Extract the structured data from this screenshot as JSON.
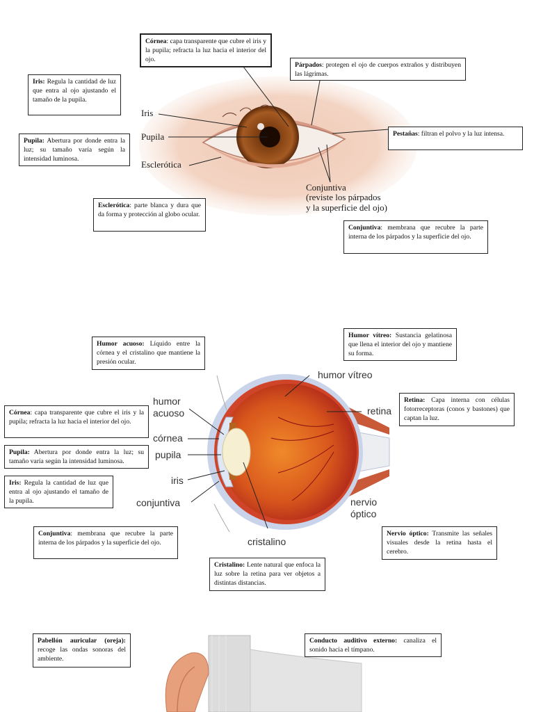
{
  "eye_external": {
    "image_labels": {
      "iris": "Iris",
      "pupila": "Pupila",
      "esclerotica": "Esclerótica",
      "conjuntiva_line1": "Conjuntiva",
      "conjuntiva_line2": "(reviste los párpados",
      "conjuntiva_line3": "y la superficie del ojo)"
    },
    "boxes": {
      "cornea": {
        "term": "Córnea",
        "text": ": capa transparente que cubre el iris y la pupila; refracta la luz hacia el interior del ojo."
      },
      "parpados": {
        "term": "Párpados",
        "text": ": protegen el ojo de cuerpos extraños y distribuyen las lágrimas."
      },
      "iris": {
        "term": "Iris:",
        "text": " Regula la cantidad de luz que entra al ojo ajustando el tamaño de la pupila."
      },
      "pupila": {
        "term": "Pupila:",
        "text": " Abertura por donde entra la luz; su tamaño varía según la intensidad luminosa."
      },
      "pestanas": {
        "term": "Pestañas",
        "text": ": filtran el polvo y la luz intensa."
      },
      "esclerotica": {
        "term": "Esclerótica",
        "text": ": parte blanca y dura que da forma y protección al globo ocular."
      },
      "conjuntiva": {
        "term": "Conjuntiva",
        "text": ": membrana que recubre la parte interna de los párpados y la superficie del ojo."
      }
    }
  },
  "eye_section": {
    "image_labels": {
      "humor_vitreo": "humor vítreo",
      "humor_acuoso_1": "humor",
      "humor_acuoso_2": "acuoso",
      "cornea": "córnea",
      "pupila": "pupila",
      "iris": "iris",
      "conjuntiva": "conjuntiva",
      "retina": "retina",
      "nervio_1": "nervio",
      "nervio_2": "óptico",
      "cristalino": "cristalino"
    },
    "boxes": {
      "humor_acuoso": {
        "term": "Humor acuoso:",
        "text": " Líquido entre la córnea y el cristalino que mantiene la presión ocular."
      },
      "humor_vitreo": {
        "term": "Humor vítreo:",
        "text": " Sustancia gelatinosa que llena el interior del ojo y mantiene su forma."
      },
      "cornea": {
        "term": "Córnea",
        "text": ": capa transparente que cubre el iris y la pupila; refracta la luz hacia el interior del ojo."
      },
      "retina": {
        "term": "Retina:",
        "text": " Capa interna con células fotorreceptoras (conos y bastones) que captan la luz."
      },
      "pupila": {
        "term": "Pupila:",
        "text": " Abertura por donde entra la luz; su tamaño varía según la intensidad luminosa."
      },
      "iris": {
        "term": "Iris:",
        "text": " Regula la cantidad de luz que entra al ojo ajustando el tamaño de la pupila."
      },
      "conjuntiva": {
        "term": "Conjuntiva",
        "text": ": membrana que recubre la parte interna de los párpados y la superficie del ojo."
      },
      "nervio": {
        "term": "Nervio óptico:",
        "text": " Transmite las señales visuales desde la retina hasta el cerebro."
      },
      "cristalino": {
        "term": "Cristalino:",
        "text": " Lente natural que enfoca la luz sobre la retina para ver objetos a distintas distancias."
      }
    }
  },
  "ear": {
    "boxes": {
      "pabellon": {
        "term": "Pabellón auricular (oreja):",
        "text": " recoge las ondas sonoras del ambiente."
      },
      "conducto": {
        "term": "Conducto auditivo externo:",
        "text": " canaliza el sonido hacia el tímpano."
      }
    }
  },
  "colors": {
    "iris_brown": "#8a4a1a",
    "skin": "#e9b9a3",
    "eye_red": "#c8301c",
    "sclera_blue": "#b9c7e3"
  }
}
